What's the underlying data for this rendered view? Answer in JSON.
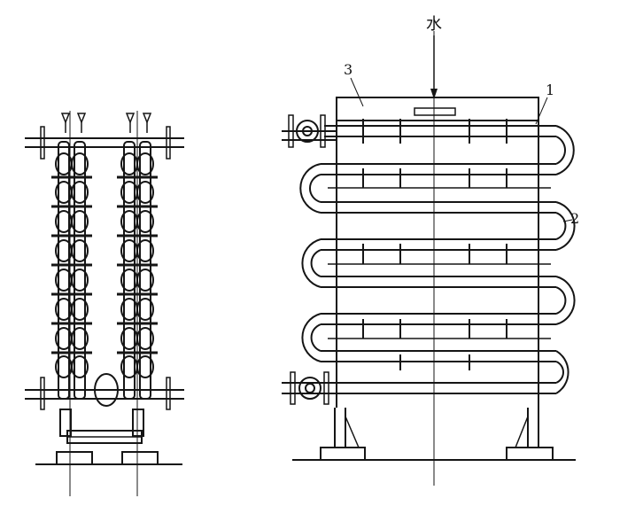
{
  "labels": {
    "water": "水",
    "callout_1": "1",
    "callout_2": "2",
    "callout_3": "3"
  },
  "colors": {
    "ink": "#151515",
    "paper": "#ffffff"
  }
}
